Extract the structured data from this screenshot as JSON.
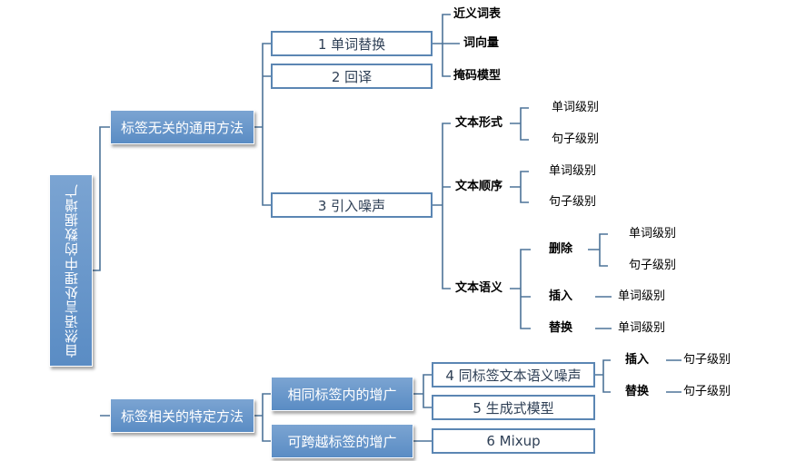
{
  "root": {
    "label": "自然语言处理中的数据增广"
  },
  "branches": {
    "label_free": "标签无关的通用方法",
    "label_specific": "标签相关的特定方法"
  },
  "methods": {
    "m1": "1 单词替换",
    "m2": "2 回译",
    "m3": "3 引入噪声",
    "m4": "4 同标签文本语义噪声",
    "m5": "5 生成式模型",
    "m6": "6 Mixup"
  },
  "substitution": {
    "synonyms": "近义词表",
    "word_vectors": "词向量",
    "masked_model": "掩码模型"
  },
  "noise": {
    "form": "文本形式",
    "order": "文本顺序",
    "semantic": "文本语义",
    "delete": "删除",
    "insert": "插入",
    "replace": "替换"
  },
  "granularity": {
    "word": "单词级别",
    "sentence": "句子级别"
  },
  "label_specific": {
    "same_label": "相同标签内的增广",
    "cross_label": "可跨越标签的增广",
    "insert": "插入",
    "replace": "替换"
  }
}
